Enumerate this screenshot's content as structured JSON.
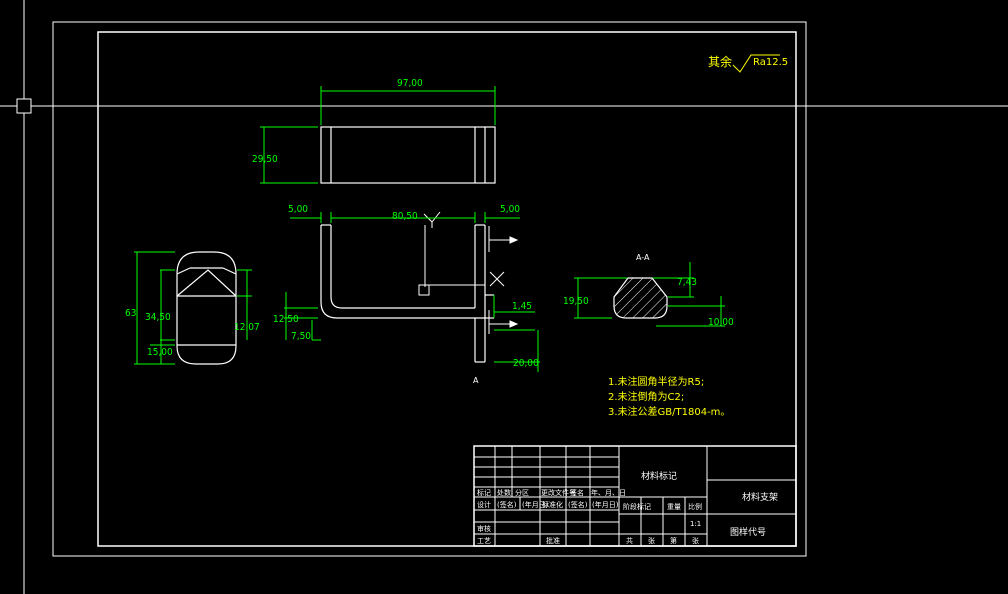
{
  "roughness": {
    "prefix": "其余",
    "value": "Ra12.5"
  },
  "dims": {
    "d97": "97,00",
    "d29_5": "29,50",
    "d5_left": "5,00",
    "d80_5": "80,50",
    "d5_right": "5,00",
    "d12_5": "12,50",
    "d7_5": "7,50",
    "d1_45": "1,45",
    "d20": "20,00",
    "d63": "63",
    "d34_5": "34,50",
    "d12_07": "12,07",
    "d15": "15,00",
    "d19_5": "19,50",
    "d7_43": "7,43",
    "d10": "10,00"
  },
  "section": {
    "title": "A-A",
    "marker_a": "A"
  },
  "notes": [
    "1.未注圆角半径为R5;",
    "2.未注倒角为C2;",
    "3.未注公差GB/T1804-m。"
  ],
  "title_block": {
    "material_mark": "材料标记",
    "part_name": "材料支架",
    "drawing_no_label": "图样代号",
    "scale": "1:1",
    "row_a": [
      "标记",
      "处数",
      "分区",
      "更改文件号",
      "签名",
      "年、月、日"
    ],
    "row_b": [
      "设计",
      "(签名)",
      "(年月日)",
      "标准化",
      "(签名)",
      "(年月日)"
    ],
    "row_c": [
      "审核"
    ],
    "row_d": [
      "工艺",
      "批准"
    ],
    "stage_row": [
      "阶段标记",
      "重量",
      "比例"
    ],
    "sheet_row": [
      "共",
      "张",
      "第",
      "张"
    ]
  },
  "colors": {
    "line": "#ffffff",
    "dimension": "#00ff00",
    "annotation": "#ffff00",
    "background": "#000000"
  }
}
